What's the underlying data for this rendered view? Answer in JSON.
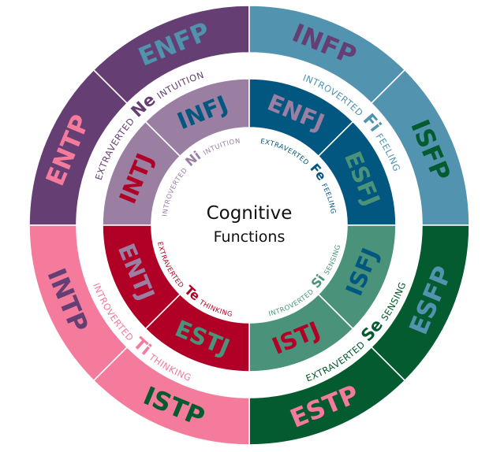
{
  "title": {
    "line1": "Cognitive",
    "line2": "Functions"
  },
  "outer_ring": [
    {
      "type": "ENTP",
      "fill": "#653f74",
      "text_color": "#f47b9c"
    },
    {
      "type": "ENFP",
      "fill": "#653f74",
      "text_color": "#4f93ad"
    },
    {
      "type": "INFP",
      "fill": "#5294b0",
      "text_color": "#653f74"
    },
    {
      "type": "ISFP",
      "fill": "#5294b0",
      "text_color": "#045b2f"
    },
    {
      "type": "ESFP",
      "fill": "#045b2f",
      "text_color": "#5294b0"
    },
    {
      "type": "ESTP",
      "fill": "#045b2f",
      "text_color": "#f47b9c"
    },
    {
      "type": "ISTP",
      "fill": "#f47b9c",
      "text_color": "#045b2f"
    },
    {
      "type": "INTP",
      "fill": "#f47b9c",
      "text_color": "#653f74"
    }
  ],
  "inner_ring": [
    {
      "type": "INTJ",
      "fill": "#9a7fa3",
      "text_color": "#b00026"
    },
    {
      "type": "INFJ",
      "fill": "#9a7fa3",
      "text_color": "#01577f"
    },
    {
      "type": "ENFJ",
      "fill": "#01577f",
      "text_color": "#9a7fa3"
    },
    {
      "type": "ESFJ",
      "fill": "#01577f",
      "text_color": "#4a937a"
    },
    {
      "type": "ISFJ",
      "fill": "#4a937a",
      "text_color": "#01577f"
    },
    {
      "type": "ISTJ",
      "fill": "#4a937a",
      "text_color": "#b00026"
    },
    {
      "type": "ESTJ",
      "fill": "#b00026",
      "text_color": "#4a937a"
    },
    {
      "type": "ENTJ",
      "fill": "#b00026",
      "text_color": "#9a7fa3"
    }
  ],
  "outer_functions": [
    {
      "attitude": "EXTRAVERTED",
      "abbr": "Ne",
      "name": "INTUITION",
      "color": "#653f74"
    },
    {
      "attitude": "INTROVERTED",
      "abbr": "Fi",
      "name": "FEELING",
      "color": "#5294b0"
    },
    {
      "attitude": "EXTRAVERTED",
      "abbr": "Se",
      "name": "SENSING",
      "color": "#045b2f"
    },
    {
      "attitude": "INTROVERTED",
      "abbr": "Ti",
      "name": "THINKING",
      "color": "#f47b9c"
    }
  ],
  "inner_functions": [
    {
      "attitude": "INTROVERTED",
      "abbr": "Ni",
      "name": "INTUITION",
      "color": "#9a7fa3"
    },
    {
      "attitude": "EXTRAVERTED",
      "abbr": "Fe",
      "name": "FEELING",
      "color": "#01577f"
    },
    {
      "attitude": "INTROVERTED",
      "abbr": "Si",
      "name": "SENSING",
      "color": "#4a937a"
    },
    {
      "attitude": "EXTRAVERTED",
      "abbr": "Te",
      "name": "THINKING",
      "color": "#b00026"
    }
  ]
}
